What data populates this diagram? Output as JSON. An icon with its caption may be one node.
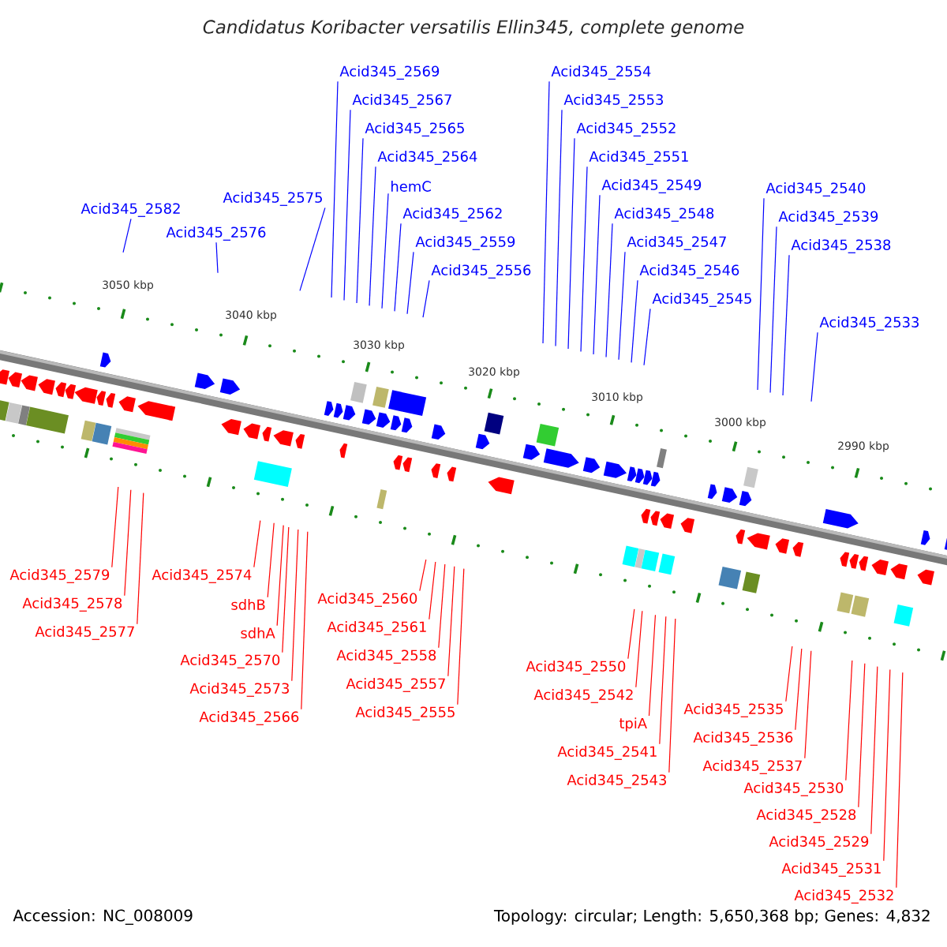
{
  "diagram": {
    "title": "Candidatus Koribacter versatilis Ellin345, complete genome",
    "nodes": [
      {
        "text": [
          "Acid345_2582"
        ]
      },
      {
        "text": [
          "Acid345_2575"
        ]
      },
      {
        "text": [
          "Acid345_2576"
        ]
      },
      {
        "text": [
          "Acid345_2569"
        ]
      },
      {
        "text": [
          "Acid345_2567"
        ]
      },
      {
        "text": [
          "Acid345_2565"
        ]
      },
      {
        "text": [
          "Acid345_2564"
        ]
      },
      {
        "text": [
          "hemC"
        ]
      },
      {
        "text": [
          "Acid345_2562"
        ]
      },
      {
        "text": [
          "Acid345_2559"
        ]
      },
      {
        "text": [
          "Acid345_2556"
        ]
      },
      {
        "text": [
          "Acid345_2554"
        ]
      },
      {
        "text": [
          "Acid345_2553"
        ]
      },
      {
        "text": [
          "Acid345_2552"
        ]
      },
      {
        "text": [
          "Acid345_2551"
        ]
      },
      {
        "text": [
          "Acid345_2549"
        ]
      },
      {
        "text": [
          "Acid345_2548"
        ]
      },
      {
        "text": [
          "Acid345_2547"
        ]
      },
      {
        "text": [
          "Acid345_2546"
        ]
      },
      {
        "text": [
          "Acid345_2545"
        ]
      },
      {
        "text": [
          "Acid345_2540"
        ]
      },
      {
        "text": [
          "Acid345_2539"
        ]
      },
      {
        "text": [
          "Acid345_2538"
        ]
      },
      {
        "text": [
          "Acid345_2533"
        ]
      },
      {
        "text": [
          "Acid345_2579"
        ]
      },
      {
        "text": [
          "Acid345_2578"
        ]
      },
      {
        "text": [
          "Acid345_2577"
        ]
      },
      {
        "text": [
          "Acid345_2574"
        ]
      },
      {
        "text": [
          "sdhB"
        ]
      },
      {
        "text": [
          "sdhA"
        ]
      },
      {
        "text": [
          "Acid345_2570"
        ]
      },
      {
        "text": [
          "Acid345_2573"
        ]
      },
      {
        "text": [
          "Acid345_2566"
        ]
      },
      {
        "text": [
          "Acid345_2560"
        ]
      },
      {
        "text": [
          "Acid345_2561"
        ]
      },
      {
        "text": [
          "Acid345_2558"
        ]
      },
      {
        "text": [
          "Acid345_2557"
        ]
      },
      {
        "text": [
          "Acid345_2555"
        ]
      },
      {
        "text": [
          "Acid345_2550"
        ]
      },
      {
        "text": [
          "Acid345_2542"
        ]
      },
      {
        "text": [
          "tpiA"
        ]
      },
      {
        "text": [
          "Acid345_2541"
        ]
      },
      {
        "text": [
          "Acid345_2543"
        ]
      },
      {
        "text": [
          "Acid345_2535"
        ]
      },
      {
        "text": [
          "Acid345_2536"
        ]
      },
      {
        "text": [
          "Acid345_2537"
        ]
      },
      {
        "text": [
          "Acid345_2530"
        ]
      },
      {
        "text": [
          "Acid345_2528"
        ]
      },
      {
        "text": [
          "Acid345_2529"
        ]
      },
      {
        "text": [
          "Acid345_2531"
        ]
      },
      {
        "text": [
          "Acid345_2532"
        ]
      }
    ],
    "edges": [
      {
        "from": 0,
        "to": null,
        "arrow": "none",
        "color": "#0000ff"
      },
      {
        "from": 1,
        "to": null,
        "arrow": "none",
        "color": "#0000ff"
      },
      {
        "from": 2,
        "to": null,
        "arrow": "none",
        "color": "#0000ff"
      },
      {
        "from": 3,
        "to": null,
        "arrow": "none",
        "color": "#0000ff"
      },
      {
        "from": 4,
        "to": null,
        "arrow": "none",
        "color": "#0000ff"
      },
      {
        "from": 5,
        "to": null,
        "arrow": "none",
        "color": "#0000ff"
      },
      {
        "from": 6,
        "to": null,
        "arrow": "none",
        "color": "#0000ff"
      },
      {
        "from": 7,
        "to": null,
        "arrow": "none",
        "color": "#0000ff"
      },
      {
        "from": 8,
        "to": null,
        "arrow": "none",
        "color": "#0000ff"
      },
      {
        "from": 9,
        "to": null,
        "arrow": "none",
        "color": "#0000ff"
      },
      {
        "from": 10,
        "to": null,
        "arrow": "none",
        "color": "#0000ff"
      },
      {
        "from": 11,
        "to": null,
        "arrow": "none",
        "color": "#0000ff"
      },
      {
        "from": 12,
        "to": null,
        "arrow": "none",
        "color": "#0000ff"
      },
      {
        "from": 13,
        "to": null,
        "arrow": "none",
        "color": "#0000ff"
      },
      {
        "from": 14,
        "to": null,
        "arrow": "none",
        "color": "#0000ff"
      },
      {
        "from": 15,
        "to": null,
        "arrow": "none",
        "color": "#0000ff"
      },
      {
        "from": 16,
        "to": null,
        "arrow": "none",
        "color": "#0000ff"
      },
      {
        "from": 17,
        "to": null,
        "arrow": "none",
        "color": "#0000ff"
      },
      {
        "from": 18,
        "to": null,
        "arrow": "none",
        "color": "#0000ff"
      },
      {
        "from": 19,
        "to": null,
        "arrow": "none",
        "color": "#0000ff"
      },
      {
        "from": 20,
        "to": null,
        "arrow": "none",
        "color": "#0000ff"
      },
      {
        "from": 21,
        "to": null,
        "arrow": "none",
        "color": "#0000ff"
      },
      {
        "from": 22,
        "to": null,
        "arrow": "none",
        "color": "#0000ff"
      },
      {
        "from": 23,
        "to": null,
        "arrow": "none",
        "color": "#0000ff"
      },
      {
        "from": 24,
        "to": null,
        "arrow": "none"
      },
      {
        "from": 25,
        "to": null,
        "arrow": "none"
      },
      {
        "from": 26,
        "to": null,
        "arrow": "none"
      },
      {
        "from": 27,
        "to": null,
        "arrow": "none"
      },
      {
        "from": 28,
        "to": null,
        "arrow": "none"
      },
      {
        "from": 29,
        "to": null,
        "arrow": "none"
      },
      {
        "from": 30,
        "to": null,
        "arrow": "none"
      },
      {
        "from": 31,
        "to": null,
        "arrow": "none"
      },
      {
        "from": 32,
        "to": null,
        "arrow": "none"
      },
      {
        "from": 33,
        "to": null,
        "arrow": "none"
      },
      {
        "from": 34,
        "to": null,
        "arrow": "none"
      },
      {
        "from": 35,
        "to": null,
        "arrow": "none"
      },
      {
        "from": 36,
        "to": null,
        "arrow": "none"
      },
      {
        "from": 37,
        "to": null,
        "arrow": "none"
      },
      {
        "from": 38,
        "to": null,
        "arrow": "none"
      },
      {
        "from": 39,
        "to": null,
        "arrow": "none"
      },
      {
        "from": 40,
        "to": null,
        "arrow": "none"
      },
      {
        "from": 41,
        "to": null,
        "arrow": "none"
      },
      {
        "from": 42,
        "to": null,
        "arrow": "none"
      },
      {
        "from": 43,
        "to": null,
        "arrow": "none"
      },
      {
        "from": 44,
        "to": null,
        "arrow": "none"
      },
      {
        "from": 45,
        "to": null,
        "arrow": "none"
      },
      {
        "from": 46,
        "to": null,
        "arrow": "none"
      },
      {
        "from": 47,
        "to": null,
        "arrow": "none"
      },
      {
        "from": 48,
        "to": null,
        "arrow": "none"
      },
      {
        "from": 49,
        "to": null,
        "arrow": "none"
      },
      {
        "from": 50,
        "to": null,
        "arrow": "none"
      }
    ],
    "labels": [
      "3050 kbp",
      "3040 kbp",
      "3030 kbp",
      "3020 kbp",
      "3010 kbp",
      "3000 kbp",
      "2990 kbp",
      "Accession: NC_008009",
      "Topology: circular; Length: 5,650,368 bp; Genes: 4,832"
    ]
  }
}
